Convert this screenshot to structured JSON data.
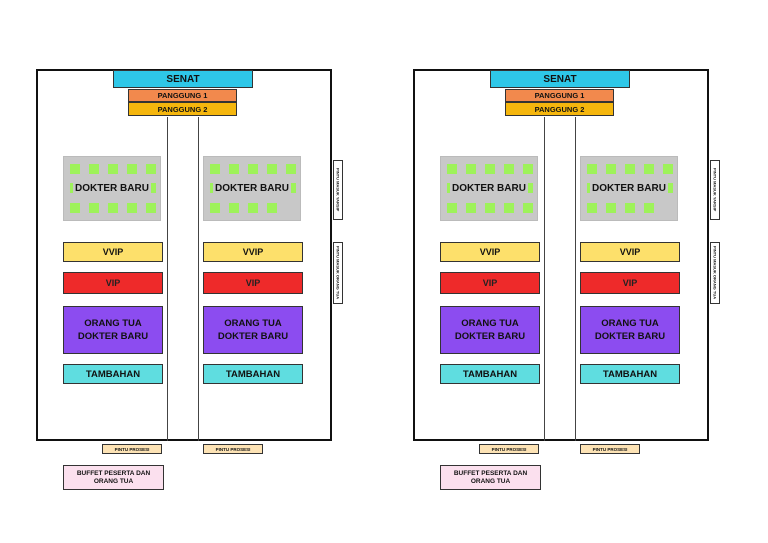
{
  "plan": {
    "senat": "SENAT",
    "panggung_1": "PANGGUNG 1",
    "panggung_2": "PANGGUNG 2",
    "dokter_baru": "DOKTER BARU",
    "vvip": "VVIP",
    "vip": "VIP",
    "orang_tua_line1": "ORANG TUA",
    "orang_tua_line2": "DOKTER BARU",
    "tambahan": "TAMBAHAN",
    "pintu_masuk_yarsip": "PINTU MASUK YARSIP",
    "pintu_masuk_orang_tua": "PINTU MASUK ORANG TUA",
    "pintu_prosesi": "PINTU PROSESI",
    "buffet_line1": "BUFFET PESERTA DAN",
    "buffet_line2": "ORANG TUA"
  },
  "colors": {
    "senat": "#2ec7e8",
    "panggung_1": "#f2894d",
    "panggung_2": "#f5b60d",
    "dokter_area": "#c8c8c8",
    "seat": "#9ef25a",
    "vvip": "#fde06b",
    "vip": "#ee2a2a",
    "orang_tua": "#8c4cf0",
    "tambahan": "#5fdde0",
    "pintu_prosesi": "#fde3b5",
    "buffet": "#fbe0ee"
  }
}
